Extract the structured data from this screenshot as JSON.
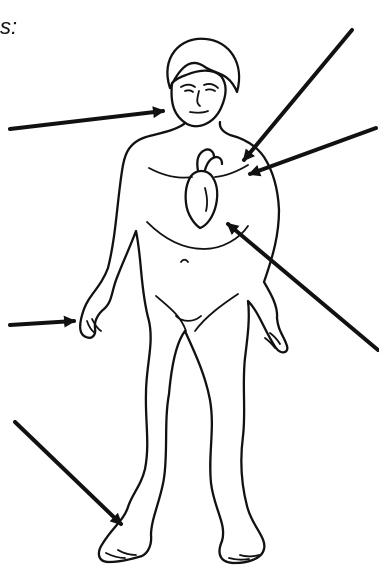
{
  "fragment_text": "s:",
  "arrows": [
    "top-right-to-shoulder",
    "neck",
    "right-chest",
    "left-hand",
    "heart",
    "foot"
  ],
  "colors": {
    "ink": "#111111",
    "background": "#ffffff"
  }
}
